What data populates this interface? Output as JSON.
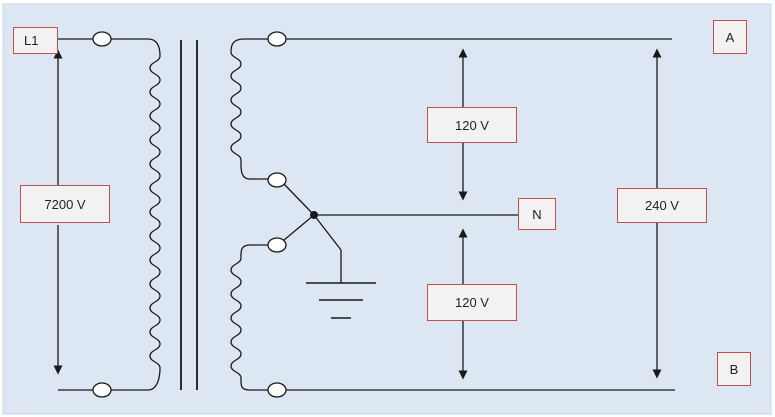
{
  "colors": {
    "background": "#dde7f3",
    "wire": "#1a1a1a",
    "label_fill": "#f2f2f2",
    "label_border": "#c0504d"
  },
  "labels": {
    "line1": "L1",
    "primary_voltage": "7200 V",
    "terminal_a": "A",
    "terminal_b": "B",
    "neutral": "N",
    "upper_voltage": "120 V",
    "lower_voltage": "120 V",
    "total_voltage": "240 V"
  }
}
